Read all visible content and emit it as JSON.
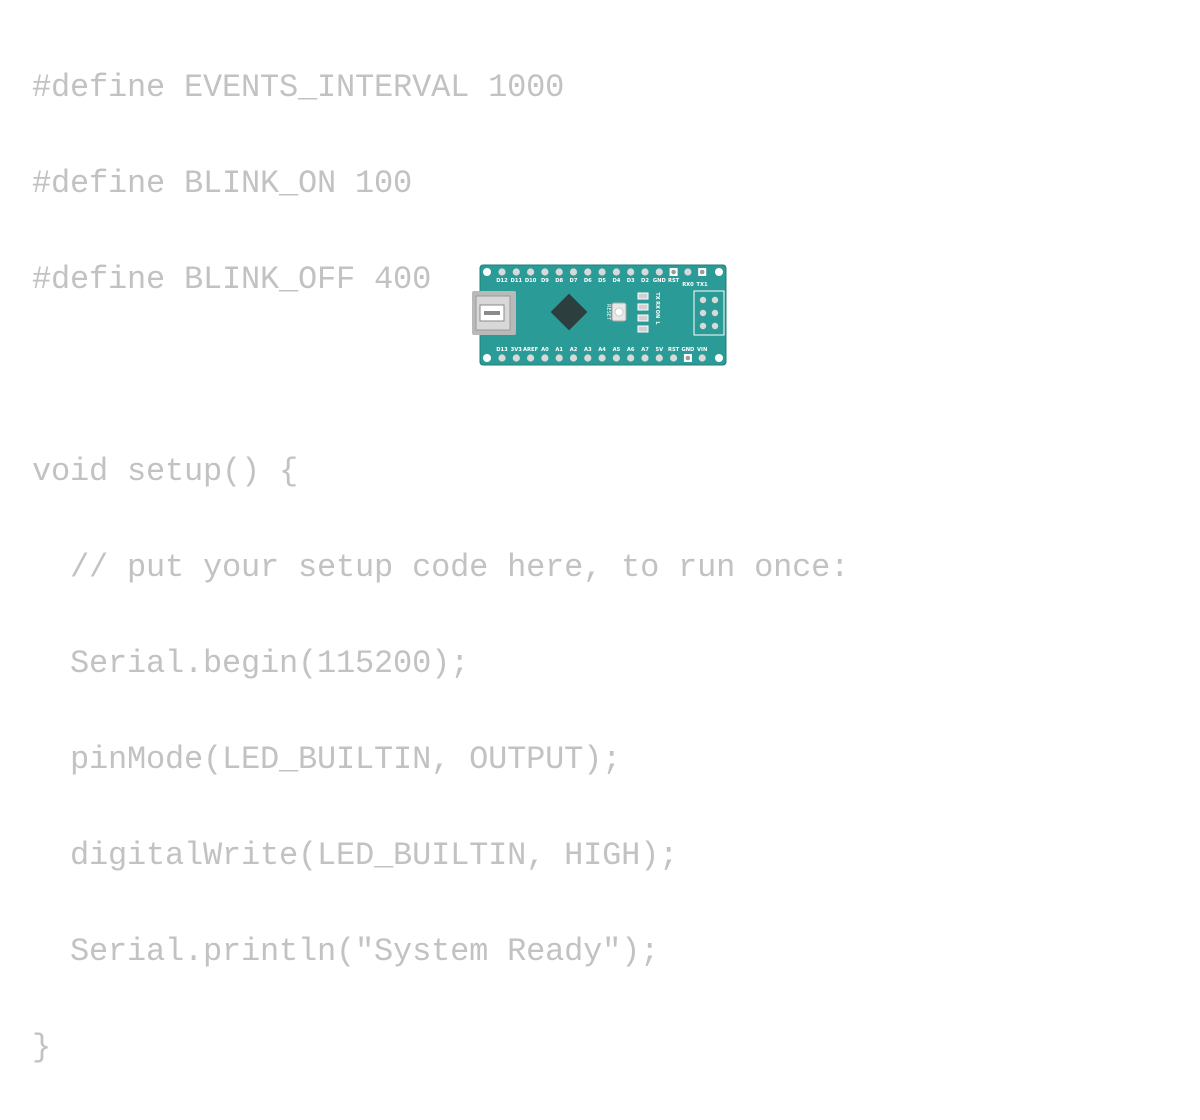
{
  "code": {
    "lines": [
      "#define EVENTS_INTERVAL 1000",
      "#define BLINK_ON 100",
      "#define BLINK_OFF 400",
      "",
      "void setup() {",
      "  // put your setup code here, to run once:",
      "  Serial.begin(115200);",
      "  pinMode(LED_BUILTIN, OUTPUT);",
      "  digitalWrite(LED_BUILTIN, HIGH);",
      "  Serial.println(\"System Ready\");",
      "}"
    ]
  },
  "board": {
    "colors": {
      "pcb": "#2a9b96",
      "pcb_edge": "#1f7f7b",
      "chip": "#2c3e3e",
      "usb": "#b9b9b9",
      "pin_pad": "#d9d9d9",
      "led_slot": "#d0d0d0",
      "code_text": "#c2c2c2"
    },
    "top_pins": [
      "D12",
      "D11",
      "D10",
      "D9",
      "D8",
      "D7",
      "D6",
      "D5",
      "D4",
      "D3",
      "D2",
      "GND",
      "RST"
    ],
    "top_right_labels": [
      "RX0",
      "TX1"
    ],
    "bottom_pins": [
      "D13",
      "3V3",
      "AREF",
      "A0",
      "A1",
      "A2",
      "A3",
      "A4",
      "A5",
      "A6",
      "A7",
      "5V",
      "RST",
      "GND",
      "VIN"
    ],
    "reset_label": "RESET",
    "led_labels": [
      "TX",
      "RX",
      "ON",
      "L"
    ]
  }
}
